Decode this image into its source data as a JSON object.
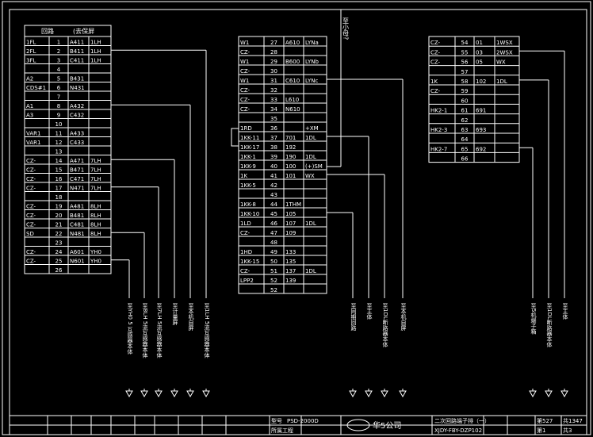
{
  "panel1": {
    "header_loop": "回路",
    "header_dest": "(去保屏",
    "rows": [
      {
        "name": "1FL",
        "num": "1",
        "code": "A411",
        "dest": "1LH"
      },
      {
        "name": "2FL",
        "num": "2",
        "code": "B411",
        "dest": "1LH"
      },
      {
        "name": "3FL",
        "num": "3",
        "code": "C411",
        "dest": "1LH"
      },
      {
        "name": "",
        "num": "4",
        "code": "",
        "dest": ""
      },
      {
        "name": "A2",
        "num": "5",
        "code": "B431",
        "dest": ""
      },
      {
        "name": "CDS#1",
        "num": "6",
        "code": "N431",
        "dest": ""
      },
      {
        "name": "",
        "num": "7",
        "code": "",
        "dest": ""
      },
      {
        "name": "A1",
        "num": "8",
        "code": "A432",
        "dest": ""
      },
      {
        "name": "A3",
        "num": "9",
        "code": "C432",
        "dest": ""
      },
      {
        "name": "",
        "num": "10",
        "code": "",
        "dest": ""
      },
      {
        "name": "VAR1",
        "num": "11",
        "code": "A433",
        "dest": ""
      },
      {
        "name": "VAR1",
        "num": "12",
        "code": "C433",
        "dest": ""
      },
      {
        "name": "",
        "num": "13",
        "code": "",
        "dest": ""
      },
      {
        "name": "CZ-",
        "num": "14",
        "code": "A471",
        "dest": "7LH"
      },
      {
        "name": "CZ-",
        "num": "15",
        "code": "B471",
        "dest": "7LH"
      },
      {
        "name": "CZ-",
        "num": "16",
        "code": "C471",
        "dest": "7LH"
      },
      {
        "name": "CZ-",
        "num": "17",
        "code": "N471",
        "dest": "7LH"
      },
      {
        "name": "",
        "num": "18",
        "code": "",
        "dest": ""
      },
      {
        "name": "CZ-",
        "num": "19",
        "code": "A481",
        "dest": "8LH"
      },
      {
        "name": "CZ-",
        "num": "20",
        "code": "B481",
        "dest": "8LH"
      },
      {
        "name": "CZ-",
        "num": "21",
        "code": "C481",
        "dest": "8LH"
      },
      {
        "name": "SD",
        "num": "22",
        "code": "N481",
        "dest": "8LH"
      },
      {
        "name": "",
        "num": "23",
        "code": "",
        "dest": ""
      },
      {
        "name": "CZ-",
        "num": "24",
        "code": "A601",
        "dest": "YH0"
      },
      {
        "name": "CZ-",
        "num": "25",
        "code": "N601",
        "dest": "YH0"
      },
      {
        "name": "",
        "num": "26",
        "code": "",
        "dest": ""
      }
    ],
    "dests": [
      {
        "label": "至YH0 5 互感器本体"
      },
      {
        "label": "至8LH 5流互感器本体"
      },
      {
        "label": "至7LH 5流互感器本体"
      },
      {
        "label": "至计量屏"
      },
      {
        "label": "至本机自屏"
      },
      {
        "label": "至1LH 5流互感器本体"
      }
    ]
  },
  "panel2": {
    "note": "至小母?",
    "rows": [
      {
        "name": "W1",
        "num": "27",
        "code": "A610",
        "dest": "LYNa"
      },
      {
        "name": "CZ-",
        "num": "28",
        "code": "",
        "dest": ""
      },
      {
        "name": "W1",
        "num": "29",
        "code": "B600",
        "dest": "LYNb"
      },
      {
        "name": "CZ-",
        "num": "30",
        "code": "",
        "dest": ""
      },
      {
        "name": "W1",
        "num": "31",
        "code": "C610",
        "dest": "LYNc"
      },
      {
        "name": "CZ-",
        "num": "32",
        "code": "",
        "dest": ""
      },
      {
        "name": "CZ-",
        "num": "33",
        "code": "L610",
        "dest": ""
      },
      {
        "name": "CZ-",
        "num": "34",
        "code": "N610",
        "dest": ""
      },
      {
        "name": "",
        "num": "35",
        "code": "",
        "dest": ""
      },
      {
        "name": "1RD",
        "num": "36",
        "code": "",
        "dest": "+XM"
      },
      {
        "name": "1KK-11",
        "num": "37",
        "code": "701",
        "dest": "1DL"
      },
      {
        "name": "1KK-17",
        "num": "38",
        "code": "192",
        "dest": ""
      },
      {
        "name": "1KK-1",
        "num": "39",
        "code": "190",
        "dest": "1DL"
      },
      {
        "name": "1KK-9",
        "num": "40",
        "code": "100",
        "dest": "(+)SM"
      },
      {
        "name": "1K",
        "num": "41",
        "code": "101",
        "dest": "WX"
      },
      {
        "name": "1KK-5",
        "num": "42",
        "code": "",
        "dest": ""
      },
      {
        "name": "",
        "num": "43",
        "code": "",
        "dest": ""
      },
      {
        "name": "1KK-8",
        "num": "44",
        "code": "1THM",
        "dest": ""
      },
      {
        "name": "1KK-10",
        "num": "45",
        "code": "105",
        "dest": ""
      },
      {
        "name": "1LD",
        "num": "46",
        "code": "107",
        "dest": "1DL"
      },
      {
        "name": "CZ-",
        "num": "47",
        "code": "109",
        "dest": ""
      },
      {
        "name": "",
        "num": "48",
        "code": "",
        "dest": ""
      },
      {
        "name": "1HD",
        "num": "49",
        "code": "133",
        "dest": ""
      },
      {
        "name": "1KK-15",
        "num": "50",
        "code": "135",
        "dest": ""
      },
      {
        "name": "CZ-",
        "num": "51",
        "code": "137",
        "dest": "1DL"
      },
      {
        "name": "LPP2",
        "num": "52",
        "code": "139",
        "dest": ""
      },
      {
        "name": "",
        "num": "52",
        "code": "",
        "dest": ""
      }
    ],
    "dests": [
      {
        "label": "至同期回路"
      },
      {
        "label": "至主体"
      },
      {
        "label": "至1DL断路器本体"
      },
      {
        "label": "至本机自屏"
      }
    ]
  },
  "panel3": {
    "rows": [
      {
        "name": "CZ-",
        "num": "54",
        "code": "01",
        "dest": "1WSX"
      },
      {
        "name": "CZ-",
        "num": "55",
        "code": "03",
        "dest": "2WSX"
      },
      {
        "name": "CZ-",
        "num": "56",
        "code": "05",
        "dest": "WX"
      },
      {
        "name": "",
        "num": "57",
        "code": "",
        "dest": ""
      },
      {
        "name": "1K",
        "num": "58",
        "code": "102",
        "dest": "1DL"
      },
      {
        "name": "CZ-",
        "num": "59",
        "code": "",
        "dest": ""
      },
      {
        "name": "",
        "num": "60",
        "code": "",
        "dest": ""
      },
      {
        "name": "HK2-1",
        "num": "61",
        "code": "691",
        "dest": ""
      },
      {
        "name": "",
        "num": "62",
        "code": "",
        "dest": ""
      },
      {
        "name": "HK2-3",
        "num": "63",
        "code": "693",
        "dest": ""
      },
      {
        "name": "",
        "num": "64",
        "code": "",
        "dest": ""
      },
      {
        "name": "HK2-7",
        "num": "65",
        "code": "692",
        "dest": ""
      },
      {
        "name": "",
        "num": "66",
        "code": "",
        "dest": ""
      }
    ],
    "dests": [
      {
        "label": "至5机端子箱"
      },
      {
        "label": "至1DL断路器本体"
      },
      {
        "label": "至主体"
      }
    ]
  },
  "title_block": {
    "r1": [
      "",
      "",
      "",
      "",
      "",
      "",
      "",
      "",
      "",
      ""
    ],
    "r2": [
      "",
      "",
      "",
      "",
      "",
      "",
      ""
    ],
    "product_label": "型号",
    "product_value": "PSD-2000D",
    "project": "所属工程",
    "company": "华5公司",
    "drawing_name": "二次回路端子排（一）",
    "drawing_code": "XJDY-FBY-DZP102",
    "sheet_label": "第527",
    "total_label": "共1347",
    "sheet_no": "第1",
    "total_no": "共3"
  }
}
